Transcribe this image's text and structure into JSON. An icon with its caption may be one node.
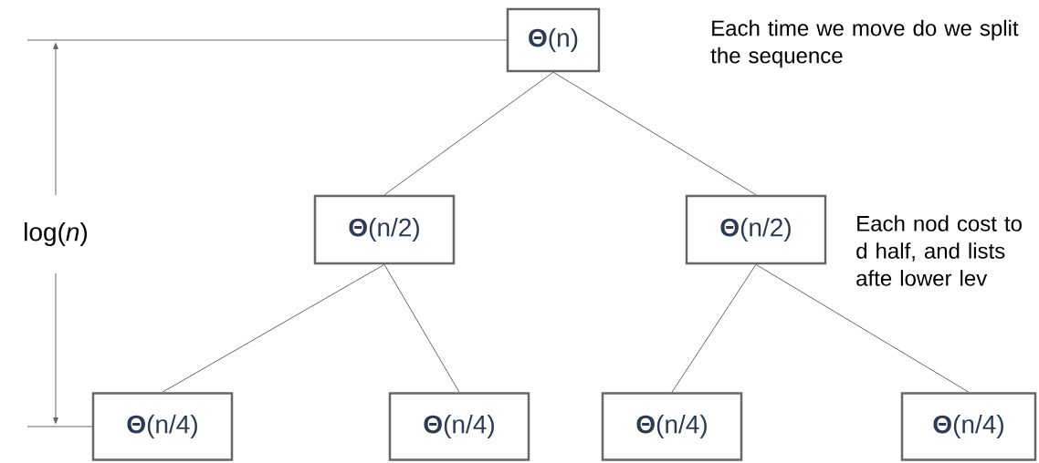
{
  "diagram": {
    "nodes": [
      {
        "text": [
          "**Θ**(n)"
        ]
      },
      {
        "text": [
          "**Θ**(n/2)"
        ]
      },
      {
        "text": [
          "**Θ**(n/2)"
        ]
      },
      {
        "text": [
          "**Θ**(n/4)"
        ]
      },
      {
        "text": [
          "**Θ**(n/4)"
        ]
      },
      {
        "text": [
          "**Θ**(n/4)"
        ]
      },
      {
        "text": [
          "**Θ**(n/4)"
        ]
      }
    ],
    "edges": [
      {
        "from": 0,
        "to": 1,
        "arrow": "none"
      },
      {
        "from": 0,
        "to": 2,
        "arrow": "none"
      },
      {
        "from": 1,
        "to": 3,
        "arrow": "none"
      },
      {
        "from": 1,
        "to": 4,
        "arrow": "none"
      },
      {
        "from": 2,
        "to": 5,
        "arrow": "none"
      },
      {
        "from": 2,
        "to": 6,
        "arrow": "none"
      }
    ],
    "labels": [
      "log(*n*)",
      "Each time we move do we split the sequence",
      "Each nod cost to d half, and lists afte lower lev"
    ]
  }
}
